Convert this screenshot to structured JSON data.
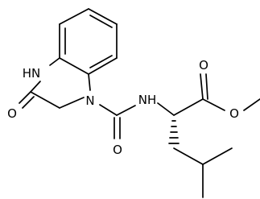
{
  "molecule": {
    "labels": {
      "nh_ring": "HN",
      "n_ring": "N",
      "o_lactam": "O",
      "o_urea": "O",
      "nh_amide": "NH",
      "o_ester_carbonyl": "O",
      "o_ester": "O"
    }
  },
  "colors": {
    "bond": "#000000",
    "text": "#000000",
    "background": "#ffffff"
  }
}
